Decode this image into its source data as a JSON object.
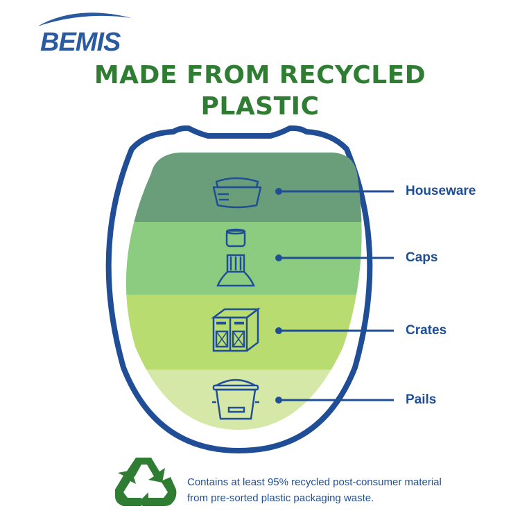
{
  "brand": {
    "name": "BEMIS"
  },
  "title": {
    "line1": "MADE FROM RECYCLED",
    "line2": "PLASTIC"
  },
  "categories": [
    {
      "label": "Houseware",
      "icon": "food-container-icon",
      "band_color": "#6a9e7a"
    },
    {
      "label": "Caps",
      "icon": "bottle-cap-icon",
      "band_color": "#8ccc80"
    },
    {
      "label": "Crates",
      "icon": "crate-icon",
      "band_color": "#b8dc70"
    },
    {
      "label": "Pails",
      "icon": "pail-icon",
      "band_color": "#d6e8a8"
    }
  ],
  "footer": {
    "icon": "recycle-icon",
    "text_line1": "Contains at least 95% recycled post-consumer material",
    "text_line2": "from pre-sorted plastic packaging waste."
  },
  "colors": {
    "brand_blue": "#1f4e96",
    "title_green": "#2e7d32",
    "recycle_green": "#2e7d32"
  }
}
